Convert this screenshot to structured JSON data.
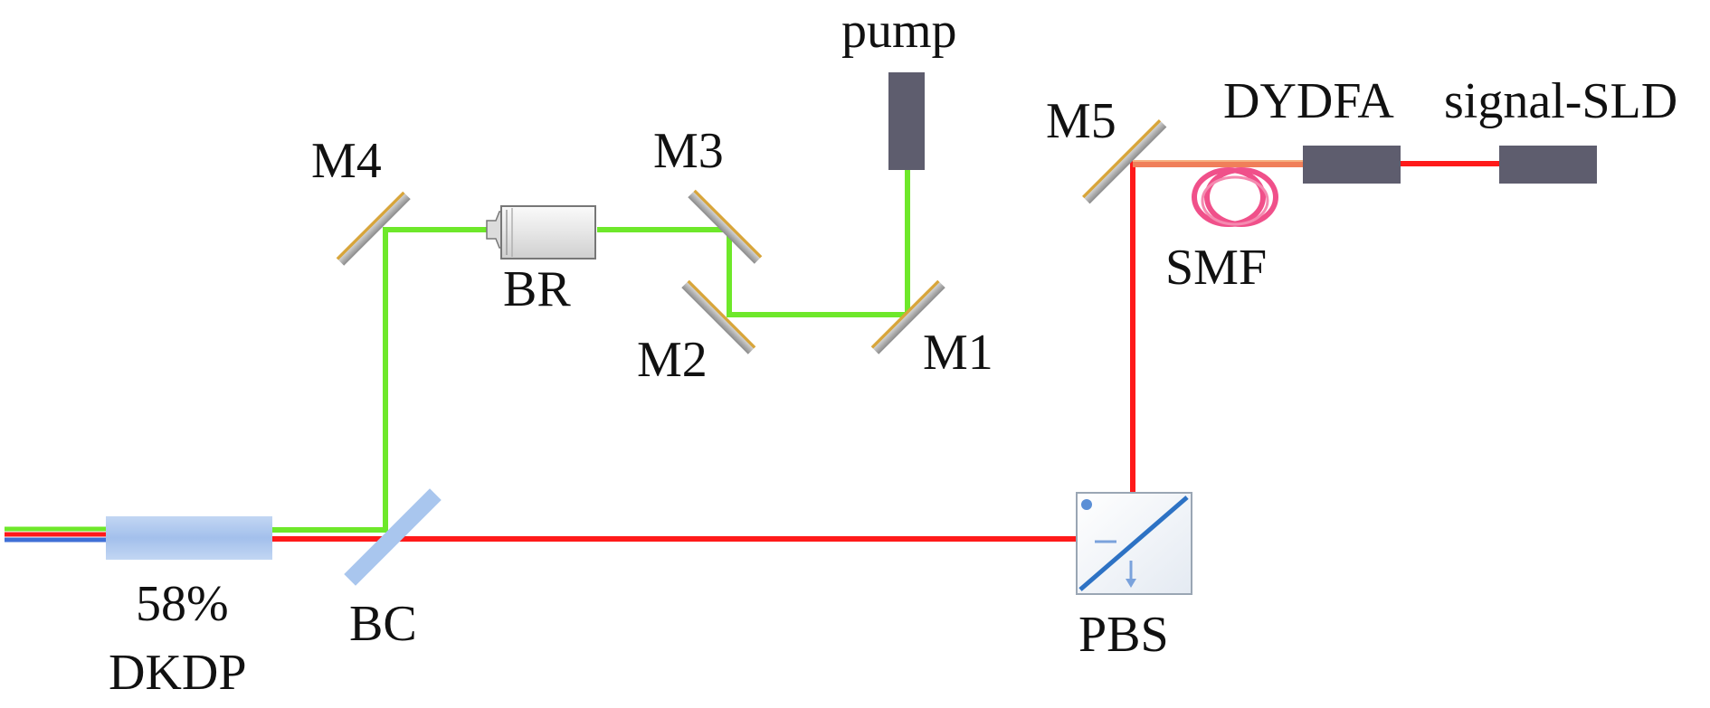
{
  "labels": {
    "pump": "pump",
    "m1": "M1",
    "m2": "M2",
    "m3": "M3",
    "m4": "M4",
    "m5": "M5",
    "br": "BR",
    "bc": "BC",
    "pbs": "PBS",
    "dkdp_line1": "58%",
    "dkdp_line2": "DKDP",
    "dydfa": "DYDFA",
    "signal_sld": "signal-SLD",
    "smf": "SMF"
  },
  "colors": {
    "pump_beam": "#6ee82a",
    "signal_beam": "#ff1a1a",
    "idler_beam": "#3f6fd6",
    "mirror_coating": "#d8a53a",
    "mirror_glass": "#a9a9a9",
    "crystal": "#a9c6ee",
    "device": "#5e5d6e",
    "fiber": "#f07070",
    "fiber_coil": "#f0508a"
  }
}
